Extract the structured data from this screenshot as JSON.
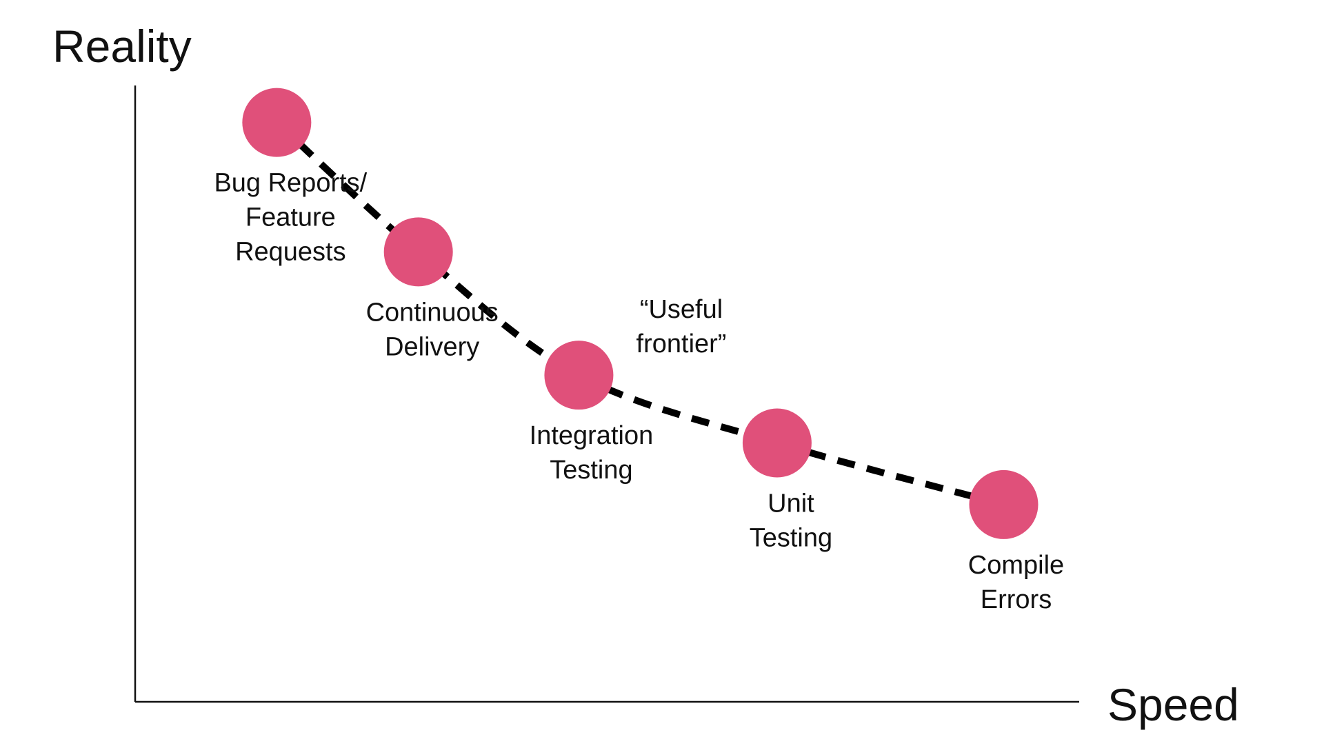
{
  "chart_data": {
    "type": "scatter",
    "title": "",
    "xlabel": "Speed",
    "ylabel": "Reality",
    "xlim": [
      0,
      100
    ],
    "ylim": [
      0,
      100
    ],
    "grid": false,
    "legend": "none",
    "point_color": "#e0507a",
    "frontier_color": "#000000",
    "points": [
      {
        "label_lines": [
          "Bug Reports/",
          "Feature",
          "Requests"
        ],
        "x": 15,
        "y": 94
      },
      {
        "label_lines": [
          "Continuous",
          "Delivery"
        ],
        "x": 30,
        "y": 73
      },
      {
        "label_lines": [
          "Integration",
          "Testing"
        ],
        "x": 47,
        "y": 53
      },
      {
        "label_lines": [
          "Unit",
          "Testing"
        ],
        "x": 68,
        "y": 42
      },
      {
        "label_lines": [
          "Compile",
          "Errors"
        ],
        "x": 92,
        "y": 32
      }
    ],
    "annotation": {
      "text_lines": [
        "“Useful",
        "frontier”"
      ]
    }
  }
}
